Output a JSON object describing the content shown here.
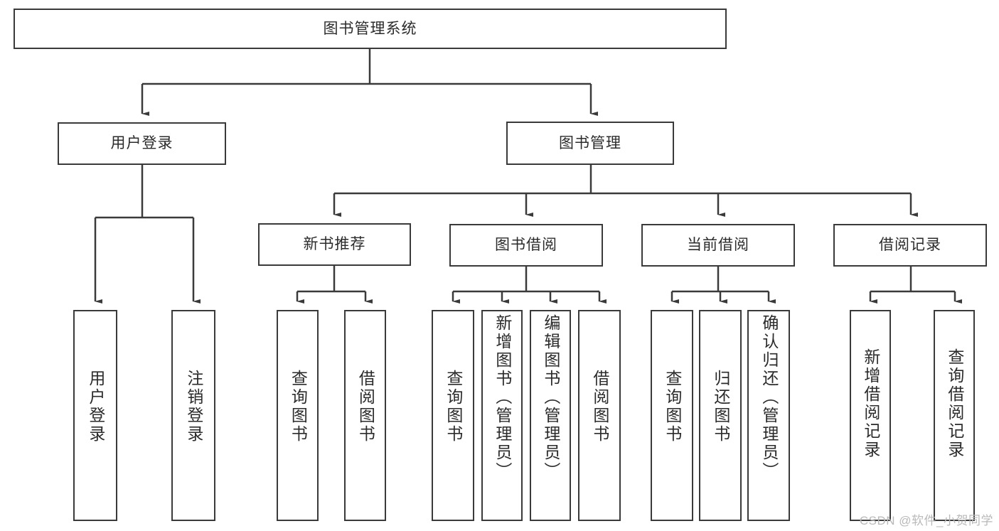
{
  "diagram": {
    "type": "tree-hierarchy",
    "title": "图书管理系统",
    "watermark": "CSDN @软件_小贺同学",
    "colors": {
      "stroke": "#3a3a3a",
      "background": "#ffffff",
      "text": "#2b2b2b",
      "watermark": "#b9b9b9"
    },
    "nodes": {
      "root": {
        "label": "图书管理系统",
        "level": 1,
        "orientation": "horizontal"
      },
      "l2": [
        {
          "id": "user-login",
          "label": "用户登录",
          "level": 2,
          "orientation": "horizontal"
        },
        {
          "id": "book-manage",
          "label": "图书管理",
          "level": 2,
          "orientation": "horizontal"
        }
      ],
      "l3": [
        {
          "id": "new-book-recommend",
          "label": "新书推荐",
          "level": 3,
          "orientation": "horizontal"
        },
        {
          "id": "book-borrow",
          "label": "图书借阅",
          "level": 3,
          "orientation": "horizontal"
        },
        {
          "id": "current-borrow",
          "label": "当前借阅",
          "level": 3,
          "orientation": "horizontal"
        },
        {
          "id": "borrow-record",
          "label": "借阅记录",
          "level": 3,
          "orientation": "horizontal"
        }
      ],
      "leaves": [
        {
          "id": "leaf-user-login",
          "label": "用户登录",
          "parent": "user-login",
          "orientation": "vertical"
        },
        {
          "id": "leaf-logout-login",
          "label": "注销登录",
          "parent": "user-login",
          "orientation": "vertical"
        },
        {
          "id": "leaf-query-book-1",
          "label": "查询图书",
          "parent": "new-book-recommend",
          "orientation": "vertical"
        },
        {
          "id": "leaf-borrow-book-1",
          "label": "借阅图书",
          "parent": "new-book-recommend",
          "orientation": "vertical"
        },
        {
          "id": "leaf-query-book-2",
          "label": "查询图书",
          "parent": "book-borrow",
          "orientation": "vertical"
        },
        {
          "id": "leaf-add-book",
          "label": "新增图书（管理员）",
          "parent": "book-borrow",
          "orientation": "vertical"
        },
        {
          "id": "leaf-edit-book",
          "label": "编辑图书（管理员）",
          "parent": "book-borrow",
          "orientation": "vertical"
        },
        {
          "id": "leaf-borrow-book-2",
          "label": "借阅图书",
          "parent": "book-borrow",
          "orientation": "vertical"
        },
        {
          "id": "leaf-query-book-3",
          "label": "查询图书",
          "parent": "current-borrow",
          "orientation": "vertical"
        },
        {
          "id": "leaf-return-book",
          "label": "归还图书",
          "parent": "current-borrow",
          "orientation": "vertical"
        },
        {
          "id": "leaf-confirm-return",
          "label": "确认归还（管理员）",
          "parent": "current-borrow",
          "orientation": "vertical"
        },
        {
          "id": "leaf-add-record",
          "label": "新增借阅记录",
          "parent": "borrow-record",
          "orientation": "vertical"
        },
        {
          "id": "leaf-query-record",
          "label": "查询借阅记录",
          "parent": "borrow-record",
          "orientation": "vertical"
        }
      ]
    }
  }
}
